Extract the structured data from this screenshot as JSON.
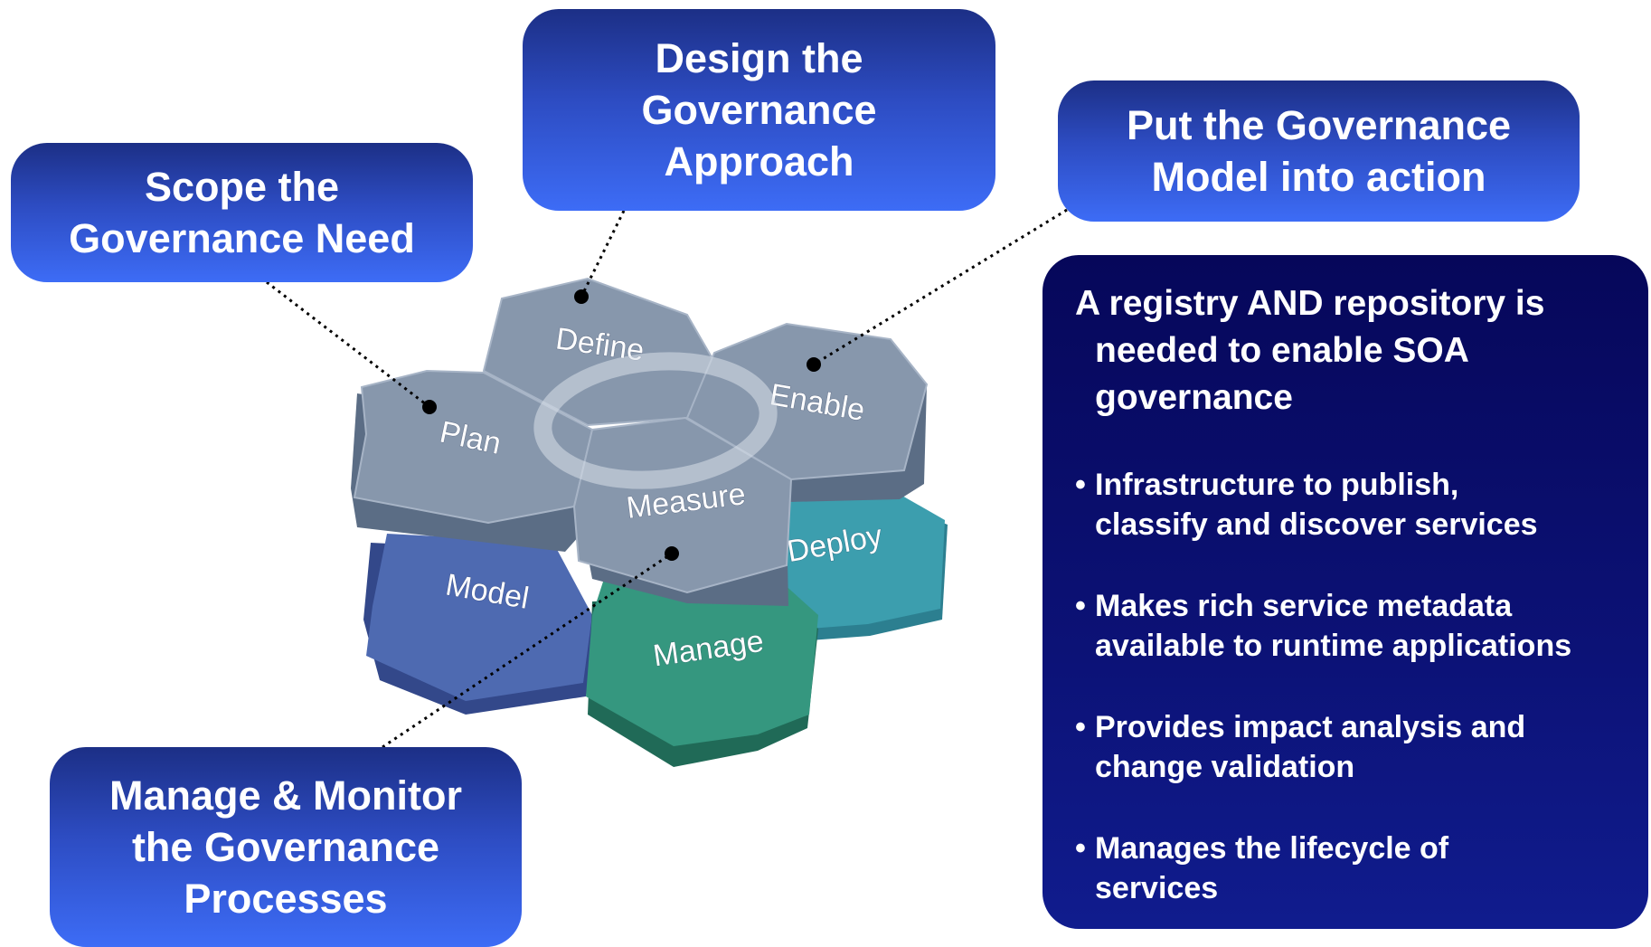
{
  "callouts": {
    "scope": "Scope the\nGovernance Need",
    "design": "Design the\nGovernance\nApproach",
    "put_into_action": "Put the Governance\nModel into action",
    "manage_monitor": "Manage & Monitor\nthe Governance\nProcesses"
  },
  "hexagons": {
    "define": "Define",
    "plan": "Plan",
    "enable": "Enable",
    "measure": "Measure",
    "model": "Model",
    "deploy": "Deploy",
    "manage": "Manage"
  },
  "info_panel": {
    "heading": "A registry AND repository is\nneeded to enable SOA\ngovernance",
    "bullet_marker": "•",
    "bullets": [
      "Infrastructure to publish,\nclassify and discover services",
      "Makes rich service metadata\navailable to runtime applications",
      "Provides impact analysis and\nchange validation",
      "Manages the lifecycle of\nservices"
    ]
  },
  "colors": {
    "callout_gradient_top": "#1c2f86",
    "callout_gradient_bottom": "#3d6cf6",
    "panel_background": "#06075a",
    "grey_hex": "#8797ac",
    "model_hex": "#4e6ab1",
    "manage_hex": "#35977f",
    "deploy_hex": "#3c9eae"
  }
}
